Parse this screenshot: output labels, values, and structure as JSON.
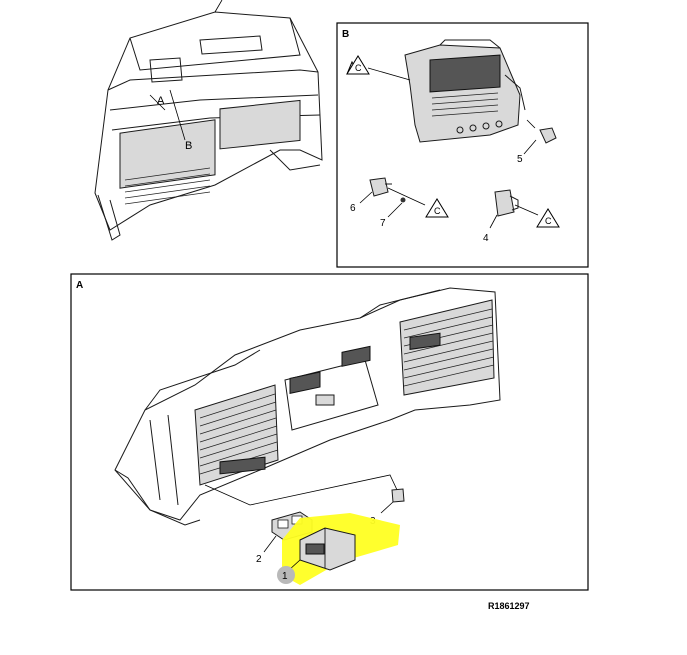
{
  "panels": {
    "b_label": "B",
    "a_label": "A"
  },
  "callouts": {
    "overview_a": "A",
    "overview_b": "B",
    "c1": "C",
    "c2": "C",
    "c3": "C",
    "n1": "1",
    "n2": "2",
    "n3": "3",
    "n4": "4",
    "n5": "5",
    "n6": "6",
    "n7": "7"
  },
  "reference": "R1861297",
  "colors": {
    "highlight": "#ffff22",
    "marker": "#b9b9b9",
    "line": "#000000"
  }
}
